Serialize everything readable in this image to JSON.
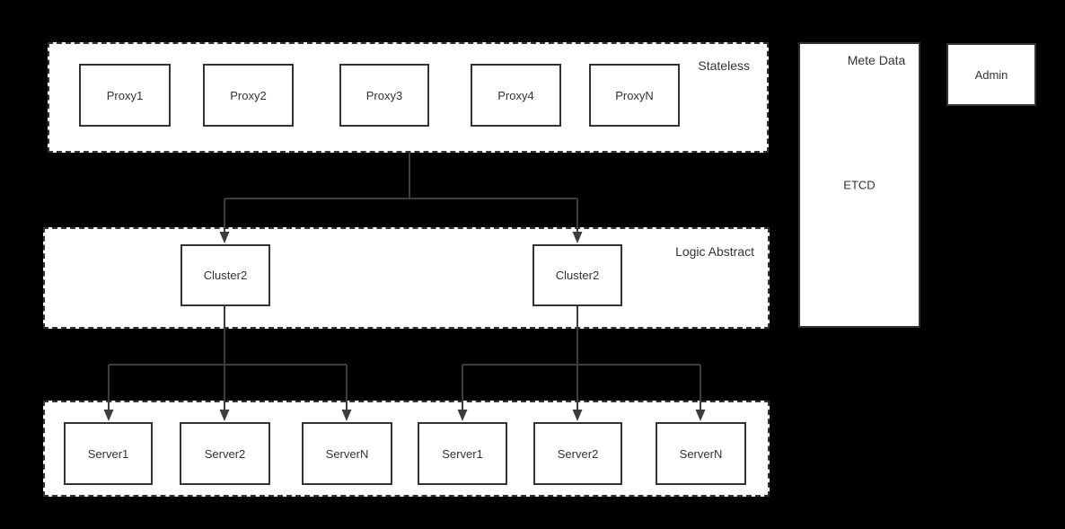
{
  "colors": {
    "background": "#000000",
    "surface": "#ffffff",
    "border": "#333333",
    "connector": "#3d3d3d",
    "text": "#333333"
  },
  "layers": {
    "stateless": {
      "label": "Stateless",
      "nodes": [
        {
          "label": "Proxy1"
        },
        {
          "label": "Proxy2"
        },
        {
          "label": "Proxy3"
        },
        {
          "label": "Proxy4"
        },
        {
          "label": "ProxyN"
        }
      ]
    },
    "logic": {
      "label": "Logic Abstract",
      "nodes": [
        {
          "label": "Cluster2"
        },
        {
          "label": "Cluster2"
        }
      ]
    },
    "servers": {
      "nodes": [
        {
          "label": "Server1"
        },
        {
          "label": "Server2"
        },
        {
          "label": "ServerN"
        },
        {
          "label": "Server1"
        },
        {
          "label": "Server2"
        },
        {
          "label": "ServerN"
        }
      ]
    }
  },
  "side": {
    "meta": {
      "title": "Mete Data",
      "label": "ETCD"
    },
    "admin": {
      "label": "Admin"
    }
  },
  "edges": [
    {
      "from": "stateless-container",
      "to": "cluster-left"
    },
    {
      "from": "stateless-container",
      "to": "cluster-right"
    },
    {
      "from": "cluster-left",
      "to": "server-left-1"
    },
    {
      "from": "cluster-left",
      "to": "server-left-2"
    },
    {
      "from": "cluster-left",
      "to": "server-left-n"
    },
    {
      "from": "cluster-right",
      "to": "server-right-1"
    },
    {
      "from": "cluster-right",
      "to": "server-right-2"
    },
    {
      "from": "cluster-right",
      "to": "server-right-n"
    }
  ]
}
